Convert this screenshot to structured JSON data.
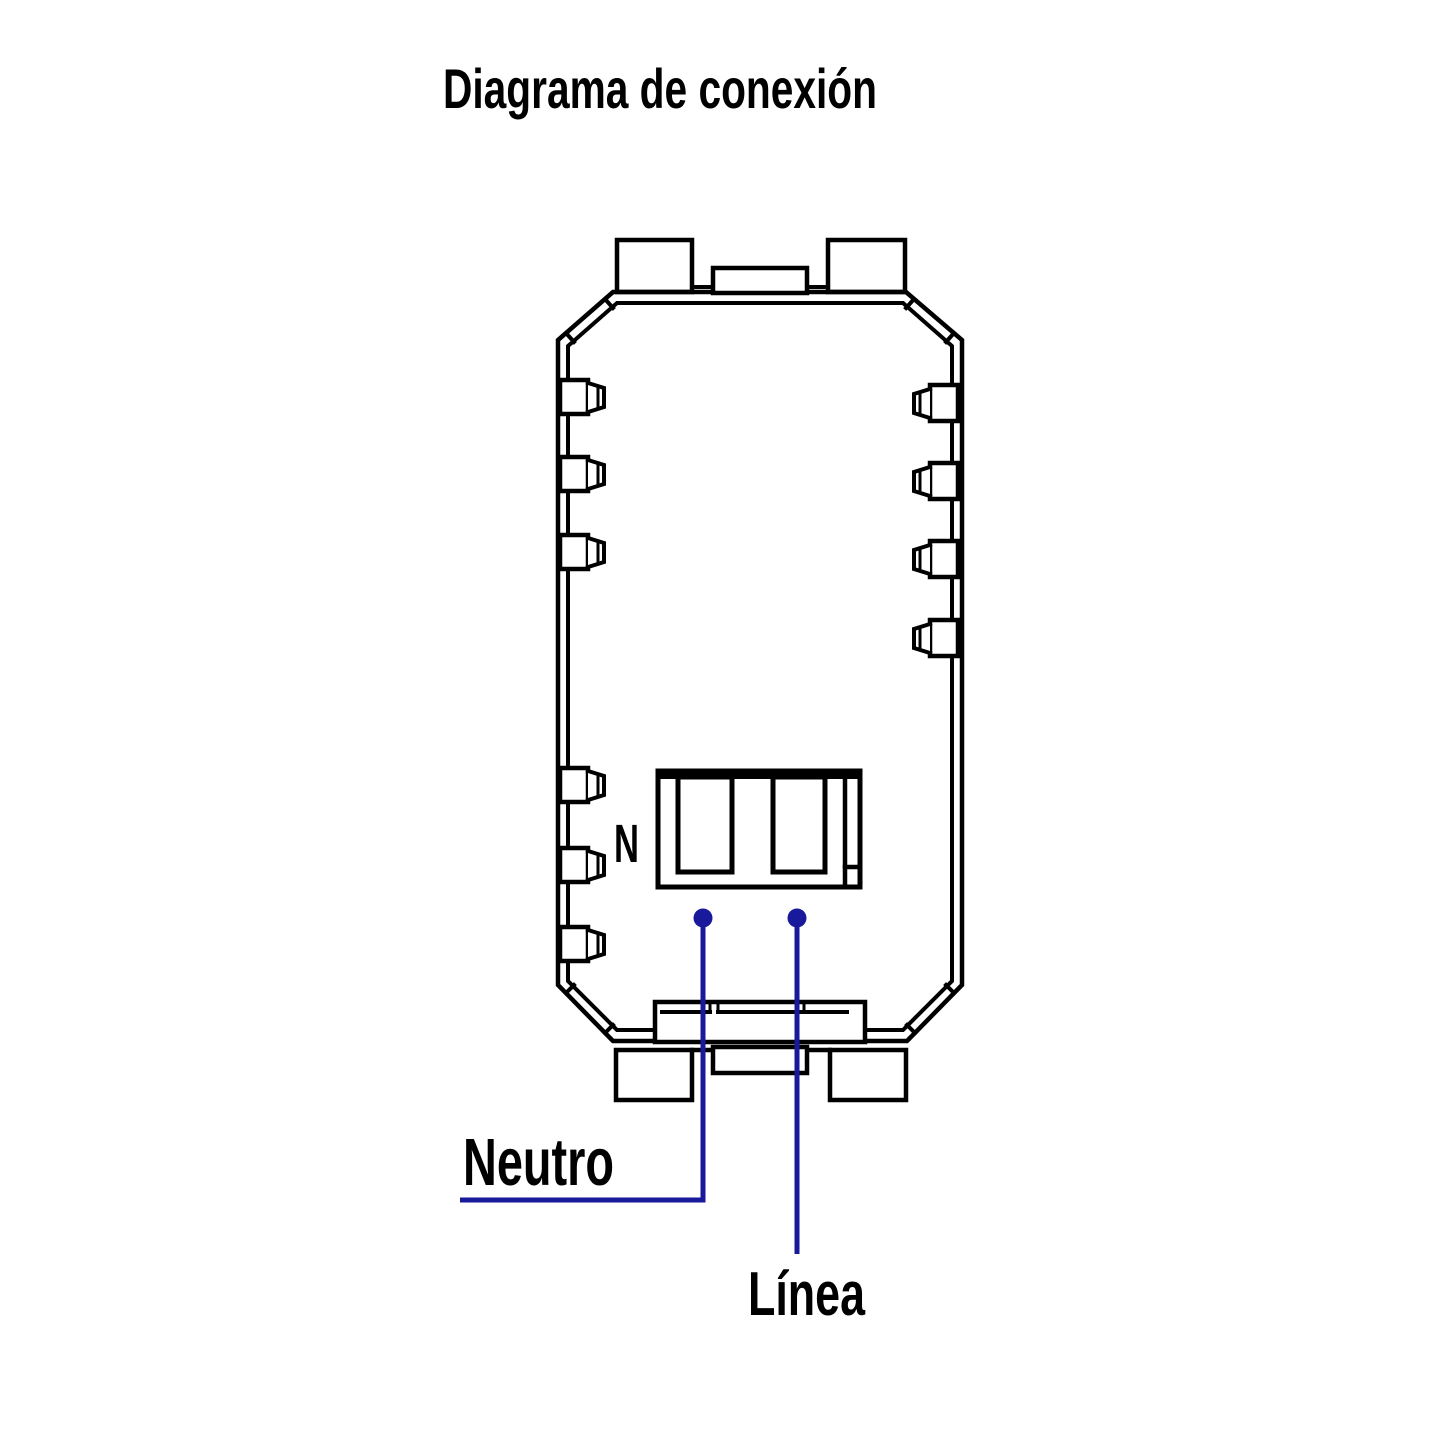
{
  "title": "Diagrama de conexión",
  "device": {
    "terminal_label": "N",
    "wire_labels": {
      "neutral": "Neutro",
      "line": "Línea"
    }
  },
  "colors": {
    "outline": "#000000",
    "wire": "#19199b",
    "background": "#ffffff"
  }
}
